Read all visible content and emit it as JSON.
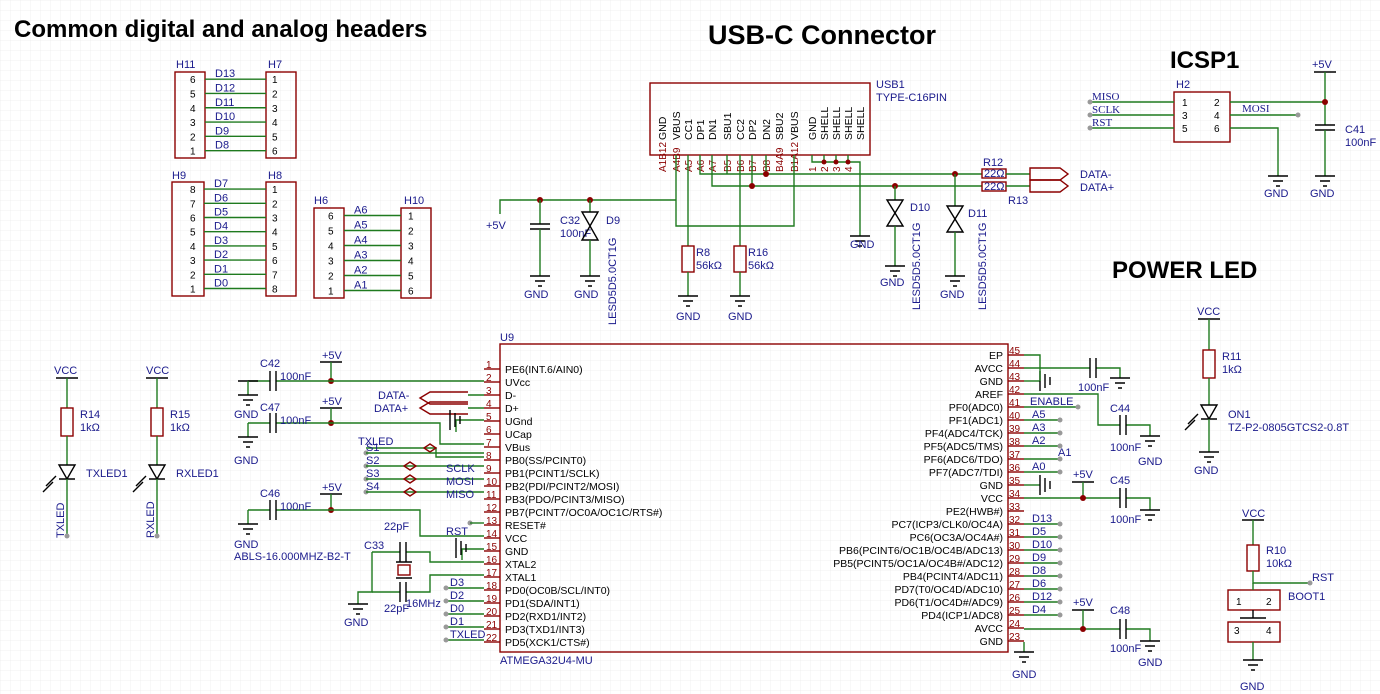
{
  "sections": {
    "headers_title": "Common digital and analog headers",
    "usb_title": "USB-C Connector",
    "icsp_title": "ICSP1",
    "power_led_title": "POWER LED"
  },
  "headers": {
    "h11": "H11",
    "h7": "H7",
    "h9": "H9",
    "h8": "H8",
    "h6": "H6",
    "h10": "H10",
    "h11_nets": [
      "D13",
      "D12",
      "D11",
      "D10",
      "D9",
      "D8"
    ],
    "h11_pins": [
      "6",
      "5",
      "4",
      "3",
      "2",
      "1"
    ],
    "h7_pins": [
      "1",
      "2",
      "3",
      "4",
      "5",
      "6"
    ],
    "h9_nets": [
      "D7",
      "D6",
      "D5",
      "D4",
      "D3",
      "D2",
      "D1",
      "D0"
    ],
    "h9_pins": [
      "8",
      "7",
      "6",
      "5",
      "4",
      "3",
      "2",
      "1"
    ],
    "h8_pins": [
      "1",
      "2",
      "3",
      "4",
      "5",
      "6",
      "7",
      "8"
    ],
    "h6_nets": [
      "A6",
      "A5",
      "A4",
      "A3",
      "A2",
      "A1"
    ],
    "h6_pins": [
      "6",
      "5",
      "4",
      "3",
      "2",
      "1"
    ],
    "h10_pins": [
      "1",
      "2",
      "3",
      "4",
      "5",
      "6"
    ]
  },
  "usb": {
    "ref": "USB1",
    "part": "TYPE-C16PIN",
    "pins": [
      "GND",
      "VBUS",
      "CC1",
      "DP1",
      "DN1",
      "SBU1",
      "CC2",
      "DP2",
      "DN2",
      "SBU2",
      "VBUS",
      "GND",
      "SHELL",
      "SHELL",
      "SHELL",
      "SHELL"
    ],
    "pin_numbers": [
      "A1B12",
      "A4B9",
      "A5",
      "A6",
      "A7",
      "B5",
      "B6",
      "B7",
      "B8",
      "B4A9",
      "B1A12",
      "1",
      "2",
      "3",
      "4"
    ],
    "plus5v": "+5V",
    "c32": "C32",
    "c32_val": "100nF",
    "d9": "D9",
    "d9_part": "LESD5D5.0CT1G",
    "r8": "R8",
    "r8_val": "56kΩ",
    "r16": "R16",
    "r16_val": "56kΩ",
    "r12": "R12",
    "r12_val": "22Ω",
    "r13": "R13",
    "r13_val": "22Ω",
    "d10": "D10",
    "d10_part": "LESD5D5.0CT1G",
    "d11": "D11",
    "d11_part": "LESD5D5.0CT1G",
    "data_minus": "DATA-",
    "data_plus": "DATA+",
    "gnd": "GND"
  },
  "icsp": {
    "ref": "H2",
    "miso": "MISO",
    "sclk": "SCLK",
    "rst": "RST",
    "mosi": "MOSI",
    "pins_left": [
      "1",
      "3",
      "5"
    ],
    "pins_right": [
      "2",
      "4",
      "6"
    ],
    "plus5v": "+5V",
    "c41": "C41",
    "c41_val": "100nF",
    "gnd": "GND"
  },
  "power_led": {
    "vcc": "VCC",
    "r11": "R11",
    "r11_val": "1kΩ",
    "on1": "ON1",
    "on1_part": "TZ-P2-0805GTCS2-0.8T",
    "gnd": "GND"
  },
  "leds": {
    "vcc": "VCC",
    "r14": "R14",
    "r14_val": "1kΩ",
    "r15": "R15",
    "r15_val": "1kΩ",
    "txled1": "TXLED1",
    "rxled1": "RXLED1",
    "txled": "TXLED",
    "rxled": "RXLED"
  },
  "mcu": {
    "ref": "U9",
    "part": "ATMEGA32U4-MU",
    "left_pins": [
      {
        "num": "1",
        "name": "PE6(INT.6/AIN0)"
      },
      {
        "num": "2",
        "name": "UVcc"
      },
      {
        "num": "3",
        "name": "D-"
      },
      {
        "num": "4",
        "name": "D+"
      },
      {
        "num": "5",
        "name": "UGnd"
      },
      {
        "num": "6",
        "name": "UCap"
      },
      {
        "num": "7",
        "name": "VBus"
      },
      {
        "num": "8",
        "name": "PB0(SS/PCINT0)"
      },
      {
        "num": "9",
        "name": "PB1(PCINT1/SCLK)"
      },
      {
        "num": "10",
        "name": "PB2(PDI/PCINT2/MOSI)"
      },
      {
        "num": "11",
        "name": "PB3(PDO/PCINT3/MISO)"
      },
      {
        "num": "12",
        "name": "PB7(PCINT7/OC0A/OC1C/RTS#)"
      },
      {
        "num": "13",
        "name": "RESET#"
      },
      {
        "num": "14",
        "name": "VCC"
      },
      {
        "num": "15",
        "name": "GND"
      },
      {
        "num": "16",
        "name": "XTAL2"
      },
      {
        "num": "17",
        "name": "XTAL1"
      },
      {
        "num": "18",
        "name": "PD0(OC0B/SCL/INT0)"
      },
      {
        "num": "19",
        "name": "PD1(SDA/INT1)"
      },
      {
        "num": "20",
        "name": "PD2(RXD1/INT2)"
      },
      {
        "num": "21",
        "name": "PD3(TXD1/INT3)"
      },
      {
        "num": "22",
        "name": "PD5(XCK1/CTS#)"
      }
    ],
    "right_pins": [
      {
        "num": "45",
        "name": "EP"
      },
      {
        "num": "44",
        "name": "AVCC"
      },
      {
        "num": "43",
        "name": "GND"
      },
      {
        "num": "42",
        "name": "AREF"
      },
      {
        "num": "41",
        "name": "PF0(ADC0)"
      },
      {
        "num": "40",
        "name": "PF1(ADC1)"
      },
      {
        "num": "39",
        "name": "PF4(ADC4/TCK)"
      },
      {
        "num": "38",
        "name": "PF5(ADC5/TMS)"
      },
      {
        "num": "37",
        "name": "PF6(ADC6/TDO)"
      },
      {
        "num": "36",
        "name": "PF7(ADC7/TDI)"
      },
      {
        "num": "35",
        "name": "GND"
      },
      {
        "num": "34",
        "name": "VCC"
      },
      {
        "num": "33",
        "name": "PE2(HWB#)"
      },
      {
        "num": "32",
        "name": "PC7(ICP3/CLK0/OC4A)"
      },
      {
        "num": "31",
        "name": "PC6(OC3A/OC4A#)"
      },
      {
        "num": "30",
        "name": "PB6(PCINT6/OC1B/OC4B/ADC13)"
      },
      {
        "num": "29",
        "name": "PB5(PCINT5/OC1A/OC4B#/ADC12)"
      },
      {
        "num": "28",
        "name": "PB4(PCINT4/ADC11)"
      },
      {
        "num": "27",
        "name": "PD7(T0/OC4D/ADC10)"
      },
      {
        "num": "26",
        "name": "PD6(T1/OC4D#/ADC9)"
      },
      {
        "num": "25",
        "name": "PD4(ICP1/ADC8)"
      },
      {
        "num": "24",
        "name": "AVCC"
      },
      {
        "num": "23",
        "name": "GND"
      }
    ],
    "right_nets": [
      "",
      "",
      "",
      "",
      "ENABLE",
      "A5",
      "A3",
      "A2",
      "A1",
      "A0",
      "",
      "",
      "",
      "D13",
      "D5",
      "D10",
      "D9",
      "D8",
      "D6",
      "D12",
      "D4",
      "",
      ""
    ],
    "left_nets": {
      "txled": "TXLED",
      "s": [
        "S1",
        "S2",
        "S3",
        "S4"
      ],
      "sclk": "SCLK",
      "mosi": "MOSI",
      "miso": "MISO",
      "rst": "RST",
      "pd": [
        "D3",
        "D2",
        "D0",
        "D1",
        "TXLED"
      ],
      "data_minus": "DATA-",
      "data_plus": "DATA+"
    },
    "c42": "C42",
    "c42_val": "100nF",
    "c47": "C47",
    "c47_val": "100nF",
    "c46": "C46",
    "c46_val": "100nF",
    "c33": "C33",
    "c33_val": "22pF",
    "c_top_val": "22pF",
    "crystal": "ABLS-16.000MHZ-B2-T",
    "crystal_freq": "16MHz",
    "plus5v": "+5V",
    "gnd": "GND",
    "c44": "C44",
    "c44_val": "100nF",
    "c44_top_val": "100nF",
    "c45": "C45",
    "c45_val": "100nF",
    "c48": "C48",
    "c48_val": "100nF"
  },
  "boot": {
    "vcc": "VCC",
    "r10": "R10",
    "r10_val": "10kΩ",
    "rst": "RST",
    "boot1": "BOOT1",
    "pins": [
      "1",
      "2",
      "3",
      "4"
    ],
    "gnd": "GND"
  }
}
